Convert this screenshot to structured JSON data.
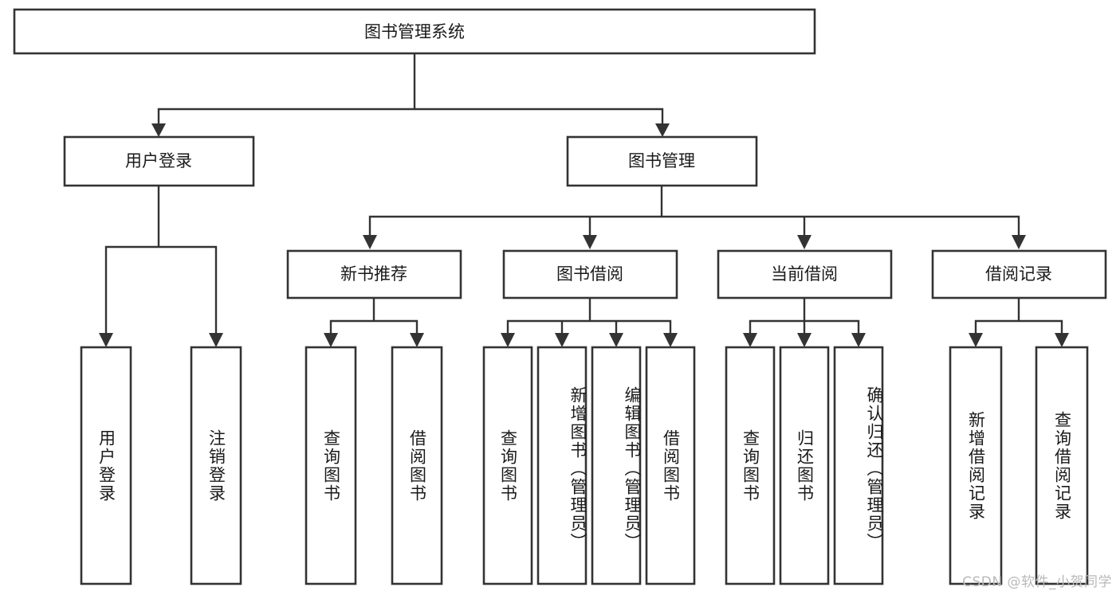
{
  "diagram": {
    "title": "图书管理系统",
    "type": "hierarchy-tree",
    "root": {
      "id": "root",
      "label": "图书管理系统",
      "orientation": "horizontal"
    },
    "level2": [
      {
        "id": "user-login",
        "label": "用户登录",
        "orientation": "horizontal"
      },
      {
        "id": "book-manage",
        "label": "图书管理",
        "orientation": "horizontal"
      }
    ],
    "level3": [
      {
        "id": "new-book-rec",
        "label": "新书推荐",
        "orientation": "horizontal",
        "parent": "book-manage"
      },
      {
        "id": "book-borrow",
        "label": "图书借阅",
        "orientation": "horizontal",
        "parent": "book-manage"
      },
      {
        "id": "current-borrow",
        "label": "当前借阅",
        "orientation": "horizontal",
        "parent": "book-manage"
      },
      {
        "id": "borrow-record",
        "label": "借阅记录",
        "orientation": "horizontal",
        "parent": "book-manage"
      }
    ],
    "leaves": [
      {
        "id": "leaf-user-login",
        "label": "用户登录",
        "parent": "user-login",
        "orientation": "vertical"
      },
      {
        "id": "leaf-logout",
        "label": "注销登录",
        "parent": "user-login",
        "orientation": "vertical"
      },
      {
        "id": "leaf-query-book-1",
        "label": "查询图书",
        "parent": "new-book-rec",
        "orientation": "vertical"
      },
      {
        "id": "leaf-borrow-book-1",
        "label": "借阅图书",
        "parent": "new-book-rec",
        "orientation": "vertical"
      },
      {
        "id": "leaf-query-book-2",
        "label": "查询图书",
        "parent": "book-borrow",
        "orientation": "vertical"
      },
      {
        "id": "leaf-add-book",
        "label": "新增图书（管理员）",
        "parent": "book-borrow",
        "orientation": "vertical"
      },
      {
        "id": "leaf-edit-book",
        "label": "编辑图书（管理员）",
        "parent": "book-borrow",
        "orientation": "vertical"
      },
      {
        "id": "leaf-borrow-book-2",
        "label": "借阅图书",
        "parent": "book-borrow",
        "orientation": "vertical"
      },
      {
        "id": "leaf-query-book-3",
        "label": "查询图书",
        "parent": "current-borrow",
        "orientation": "vertical"
      },
      {
        "id": "leaf-return-book",
        "label": "归还图书",
        "parent": "current-borrow",
        "orientation": "vertical"
      },
      {
        "id": "leaf-confirm-return",
        "label": "确认归还（管理员）",
        "parent": "current-borrow",
        "orientation": "vertical"
      },
      {
        "id": "leaf-add-record",
        "label": "新增借阅记录",
        "parent": "borrow-record",
        "orientation": "vertical"
      },
      {
        "id": "leaf-query-record",
        "label": "查询借阅记录",
        "parent": "borrow-record",
        "orientation": "vertical"
      }
    ],
    "colors": {
      "stroke": "#333333",
      "fill": "#ffffff",
      "text": "#1a1a1a",
      "watermark": "#b9b9b9",
      "background": "#ffffff"
    }
  },
  "watermark": {
    "text": "CSDN @软件_小贺同学"
  }
}
